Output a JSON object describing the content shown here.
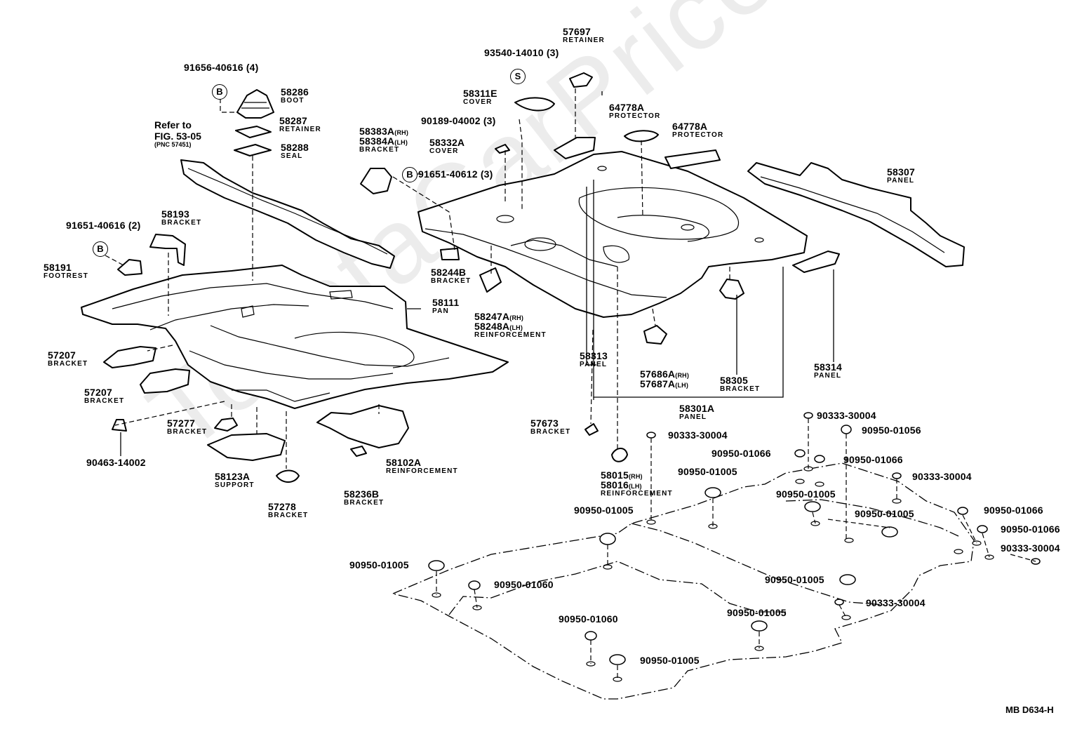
{
  "watermark": "ToyotaCarPrice.ru",
  "diagram_code": "MB D634-H",
  "reference": {
    "line1": "Refer to",
    "line2": "FIG. 53-05",
    "line3": "(PNC 57451)"
  },
  "symbols": {
    "bolt": "B",
    "screw": "S"
  },
  "callouts": {
    "c91656": {
      "pn": "91656-40616 (4)"
    },
    "c58286": {
      "pn": "58286",
      "nm": "BOOT"
    },
    "c58287": {
      "pn": "58287",
      "nm": "RETAINER"
    },
    "c58288": {
      "pn": "58288",
      "nm": "SEAL"
    },
    "c91651a": {
      "pn": "91651-40616 (2)"
    },
    "c58193": {
      "pn": "58193",
      "nm": "BRACKET"
    },
    "c58191": {
      "pn": "58191",
      "nm": "FOOTREST"
    },
    "c58111": {
      "pn": "58111",
      "nm": "PAN"
    },
    "c57207a": {
      "pn": "57207",
      "nm": "BRACKET"
    },
    "c57207b": {
      "pn": "57207",
      "nm": "BRACKET"
    },
    "c57277": {
      "pn": "57277",
      "nm": "BRACKET"
    },
    "c90463": {
      "pn": "90463-14002"
    },
    "c58123A": {
      "pn": "58123A",
      "nm": "SUPPORT"
    },
    "c57278": {
      "pn": "57278",
      "nm": "BRACKET"
    },
    "c58236B": {
      "pn": "58236B",
      "nm": "BRACKET"
    },
    "c58102A": {
      "pn": "58102A",
      "nm": "REINFORCEMENT"
    },
    "c57697": {
      "pn": "57697",
      "nm": "RETAINER"
    },
    "c93540": {
      "pn": "93540-14010 (3)"
    },
    "c58311E": {
      "pn": "58311E",
      "nm": "COVER"
    },
    "c90189": {
      "pn": "90189-04002 (3)"
    },
    "c58383A": {
      "pn": "58383A",
      "sub": "(RH)",
      "pn2": "58384A",
      "sub2": "(LH)",
      "nm": "BRACKET"
    },
    "c58332A": {
      "pn": "58332A",
      "nm": "COVER"
    },
    "c91651b": {
      "pn": "91651-40612 (3)"
    },
    "c64778a": {
      "pn": "64778A",
      "nm": "PROTECTOR"
    },
    "c64778b": {
      "pn": "64778A",
      "nm": "PROTECTOR"
    },
    "c58307": {
      "pn": "58307",
      "nm": "PANEL"
    },
    "c58244B": {
      "pn": "58244B",
      "nm": "BRACKET"
    },
    "c58247A": {
      "pn": "58247A",
      "sub": "(RH)",
      "pn2": "58248A",
      "sub2": "(LH)",
      "nm": "REINFORCEMENT"
    },
    "c58313": {
      "pn": "58313",
      "nm": "PANEL"
    },
    "c57686A": {
      "pn": "57686A",
      "sub": "(RH)",
      "pn2": "57687A",
      "sub2": "(LH)"
    },
    "c58305": {
      "pn": "58305",
      "nm": "BRACKET"
    },
    "c58314": {
      "pn": "58314",
      "nm": "PANEL"
    },
    "c58301A": {
      "pn": "58301A",
      "nm": "PANEL"
    },
    "c57673": {
      "pn": "57673",
      "nm": "BRACKET"
    },
    "c58015": {
      "pn": "58015",
      "sub": "(RH)",
      "pn2": "58016",
      "sub2": "(LH)",
      "nm": "REINFORCEMENT"
    },
    "g1": {
      "pn": "90333-30004"
    },
    "g2": {
      "pn": "90950-01056"
    },
    "g3": {
      "pn": "90333-30004"
    },
    "g4": {
      "pn": "90950-01066"
    },
    "g5": {
      "pn": "90950-01066"
    },
    "g6": {
      "pn": "90950-01005"
    },
    "g7": {
      "pn": "90333-30004"
    },
    "g8": {
      "pn": "90950-01005"
    },
    "g9": {
      "pn": "90950-01005"
    },
    "g10": {
      "pn": "90950-01005"
    },
    "g11": {
      "pn": "90950-01066"
    },
    "g12": {
      "pn": "90950-01066"
    },
    "g13": {
      "pn": "90333-30004"
    },
    "g14": {
      "pn": "90950-01005"
    },
    "g15": {
      "pn": "90950-01060"
    },
    "g16": {
      "pn": "90950-01005"
    },
    "g17": {
      "pn": "90333-30004"
    },
    "g18": {
      "pn": "90950-01060"
    },
    "g19": {
      "pn": "90950-01005"
    },
    "g20": {
      "pn": "90950-01005"
    }
  }
}
